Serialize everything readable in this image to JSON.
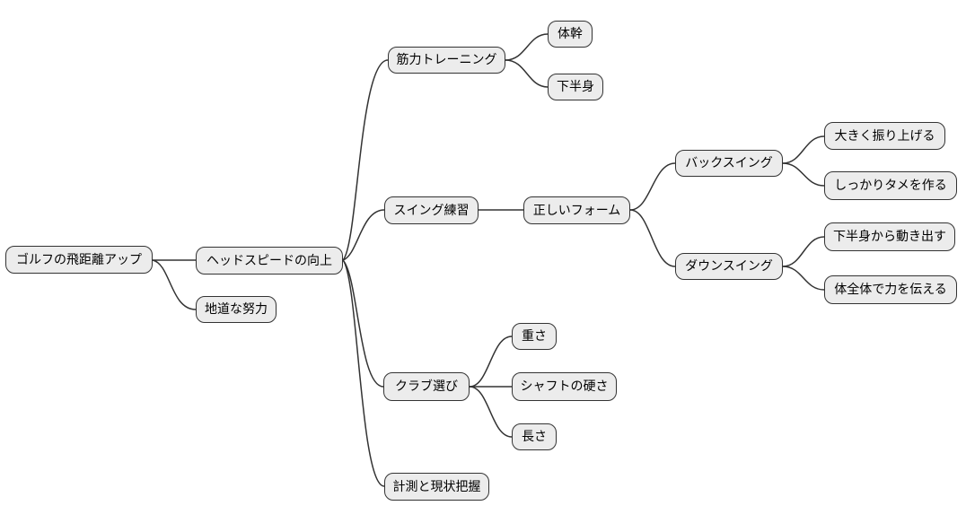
{
  "diagram": {
    "type": "mindmap",
    "orientation": "left-to-right",
    "colors": {
      "background": "#ffffff",
      "node_fill": "#ececec",
      "node_border": "#333333",
      "edge_stroke": "#333333",
      "text": "#000000"
    }
  },
  "tree": {
    "label": "ゴルフの飛距離アップ",
    "children": [
      {
        "label": "ヘッドスピードの向上",
        "children": [
          {
            "label": "筋力トレーニング",
            "children": [
              {
                "label": "体幹"
              },
              {
                "label": "下半身"
              }
            ]
          },
          {
            "label": "スイング練習",
            "children": [
              {
                "label": "正しいフォーム",
                "children": [
                  {
                    "label": "バックスイング",
                    "children": [
                      {
                        "label": "大きく振り上げる"
                      },
                      {
                        "label": "しっかりタメを作る"
                      }
                    ]
                  },
                  {
                    "label": "ダウンスイング",
                    "children": [
                      {
                        "label": "下半身から動き出す"
                      },
                      {
                        "label": "体全体で力を伝える"
                      }
                    ]
                  }
                ]
              }
            ]
          },
          {
            "label": "クラブ選び",
            "children": [
              {
                "label": "重さ"
              },
              {
                "label": "シャフトの硬さ"
              },
              {
                "label": "長さ"
              }
            ]
          },
          {
            "label": "計測と現状把握"
          }
        ]
      },
      {
        "label": "地道な努力"
      }
    ]
  }
}
